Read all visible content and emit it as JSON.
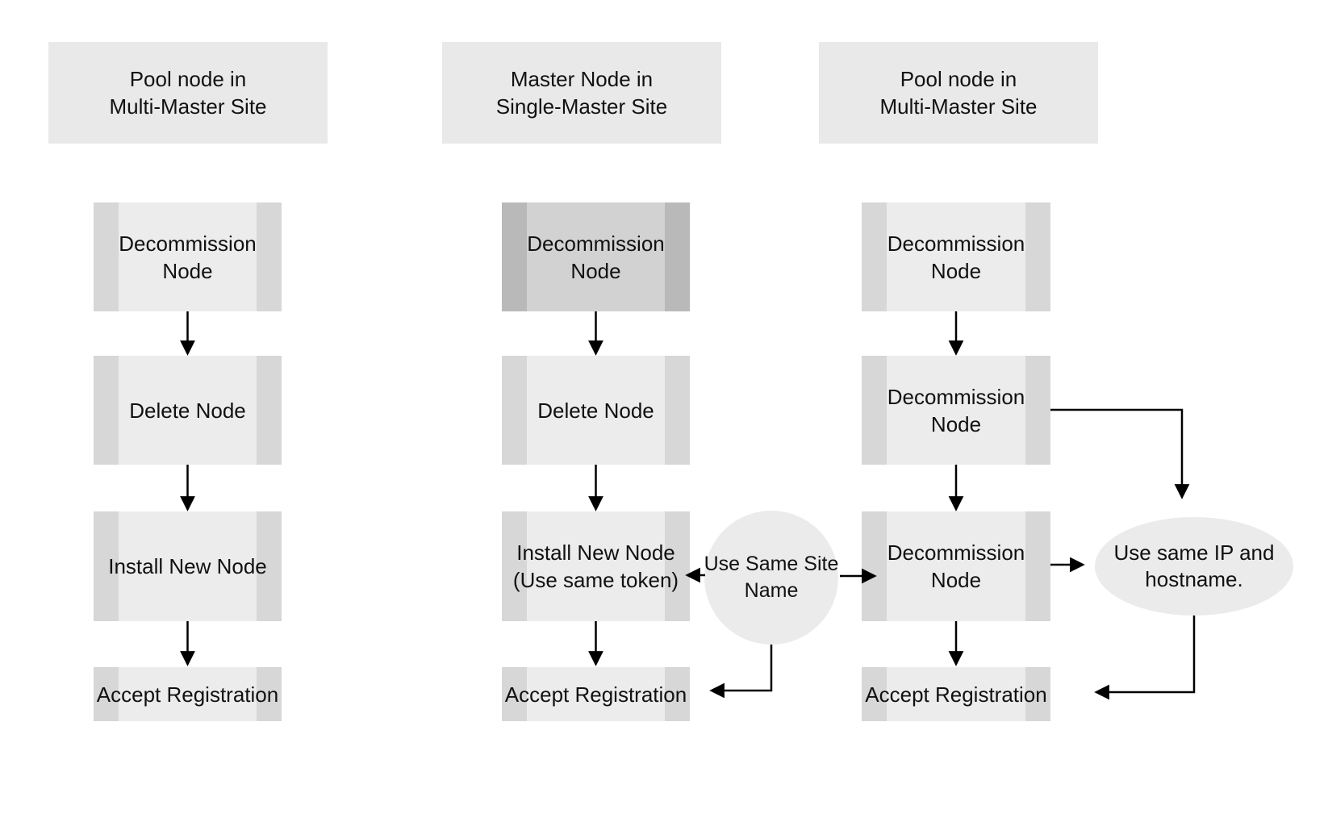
{
  "colors": {
    "background": "#ffffff",
    "header_fill": "#e9e9e9",
    "node_fill": "#ececec",
    "node_stripe": "#d7d7d7",
    "node_dark_fill": "#d2d2d2",
    "node_dark_stripe": "#b9b9b9",
    "annotation_fill": "#ebebeb",
    "arrow": "#000000",
    "text": "#111111"
  },
  "columns": [
    {
      "header": "Pool node in\nMulti-Master Site",
      "nodes": [
        {
          "label": "Decommission\nNode"
        },
        {
          "label": "Delete Node"
        },
        {
          "label": "Install New Node"
        },
        {
          "label": "Accept Registration"
        }
      ]
    },
    {
      "header": "Master Node in\nSingle-Master Site",
      "nodes": [
        {
          "label": "Decommission\nNode"
        },
        {
          "label": "Delete Node"
        },
        {
          "label": "Install New Node\n(Use same token)"
        },
        {
          "label": "Accept Registration"
        }
      ]
    },
    {
      "header": "Pool node in\nMulti-Master Site",
      "nodes": [
        {
          "label": "Decommission\nNode"
        },
        {
          "label": "Decommission\nNode"
        },
        {
          "label": "Decommission\nNode"
        },
        {
          "label": "Accept Registration"
        }
      ]
    }
  ],
  "annotations": {
    "circle": "Use Same Site\nName",
    "ellipse": "Use same IP and\nhostname."
  }
}
